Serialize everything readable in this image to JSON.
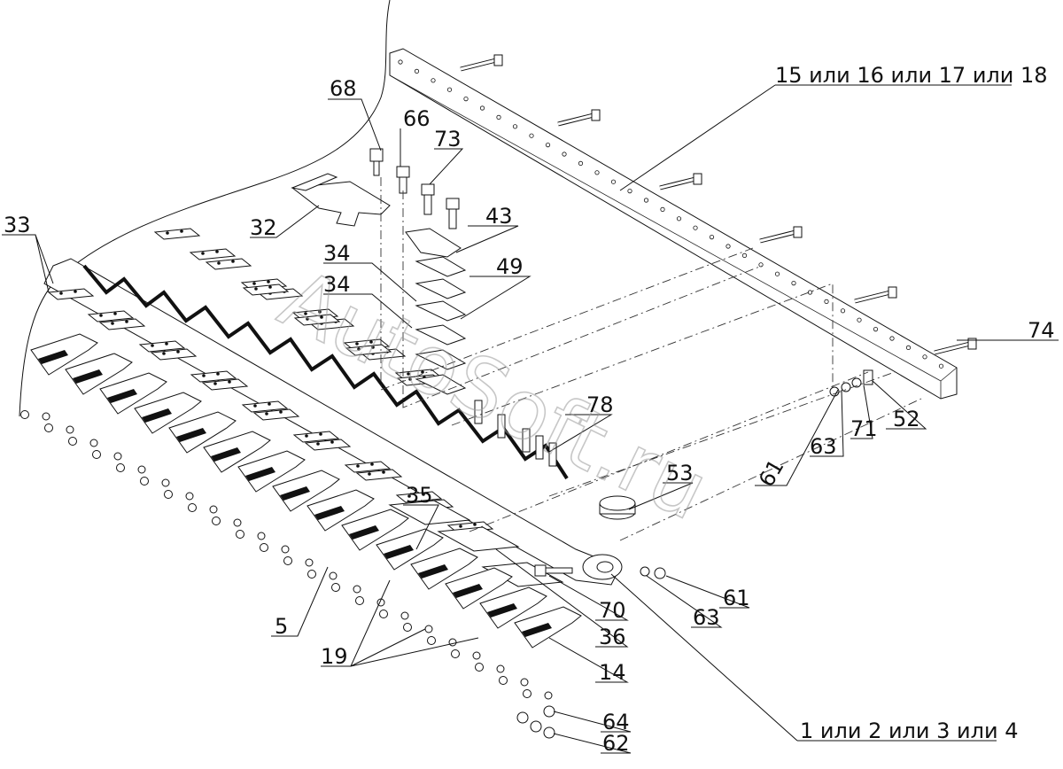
{
  "watermark": "AutoSoft.ru",
  "callouts": {
    "c15_18": "15 или 16 или 17 или 18",
    "c68": "68",
    "c66": "66",
    "c73": "73",
    "c43": "43",
    "c32": "32",
    "c33": "33",
    "c34a": "34",
    "c34b": "34",
    "c49": "49",
    "c74": "74",
    "c78": "78",
    "c53": "53",
    "c35": "35",
    "c63a": "63",
    "c71": "71",
    "c52": "52",
    "c61a": "61",
    "c61b": "61",
    "c63b": "63",
    "c70": "70",
    "c36": "36",
    "c5": "5",
    "c19": "19",
    "c14": "14",
    "c64": "64",
    "c62": "62",
    "c1_4": "1 или 2 или 3 или 4"
  }
}
